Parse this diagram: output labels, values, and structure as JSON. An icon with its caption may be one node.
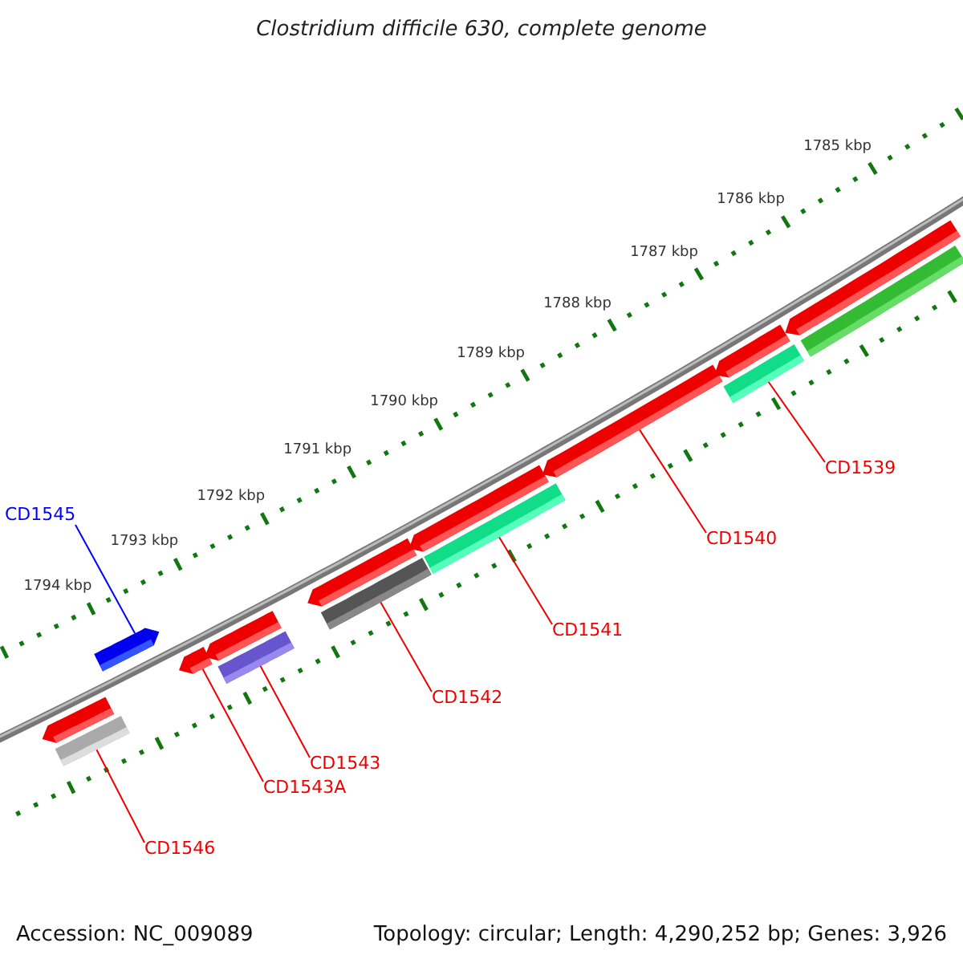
{
  "diagram": {
    "title": "Clostridium difficile 630, complete genome",
    "nodes": [
      {
        "text": [
          "CD1545"
        ]
      },
      {
        "text": [],
        "shape": "bar"
      },
      {
        "text": [],
        "shape": "bar"
      },
      {
        "text": [],
        "shape": "bar"
      },
      {
        "text": [],
        "shape": "bar"
      },
      {
        "text": [],
        "shape": "bar"
      },
      {
        "text": [],
        "shape": "bar"
      },
      {
        "text": [],
        "shape": "bar"
      },
      {
        "text": [],
        "shape": "bar"
      },
      {
        "text": [
          "CD1539"
        ]
      },
      {
        "text": [
          "CD1540"
        ]
      },
      {
        "text": [
          "CD1541"
        ]
      },
      {
        "text": [
          "CD1542"
        ]
      },
      {
        "text": [
          "CD1543"
        ]
      },
      {
        "text": [
          "CD1543A"
        ]
      },
      {
        "text": [
          "CD1546"
        ]
      },
      {
        "text": [],
        "shape": "bar"
      },
      {
        "text": [],
        "shape": "bar"
      },
      {
        "text": [],
        "shape": "bar"
      },
      {
        "text": [],
        "shape": "bar"
      },
      {
        "text": [],
        "shape": "bar"
      },
      {
        "text": [],
        "shape": "bar"
      },
      {
        "text": [],
        "shape": "bar"
      }
    ],
    "edges": [
      {
        "from": 0,
        "to": 1,
        "arrow": "none",
        "color": "#0000ff"
      },
      {
        "from": 9,
        "to": 8,
        "arrow": "none"
      },
      {
        "from": 10,
        "to": 7,
        "arrow": "none"
      },
      {
        "from": 11,
        "to": 6,
        "arrow": "none"
      },
      {
        "from": 12,
        "to": 5,
        "arrow": "none"
      },
      {
        "from": 13,
        "to": 4,
        "arrow": "none"
      },
      {
        "from": 14,
        "to": 3,
        "arrow": "none"
      },
      {
        "from": 15,
        "to": 2,
        "arrow": "none"
      }
    ],
    "labels": [
      "1785 kbp",
      "1786 kbp",
      "1787 kbp",
      "1788 kbp",
      "1789 kbp",
      "1790 kbp",
      "1791 kbp",
      "1792 kbp",
      "1793 kbp",
      "1794 kbp",
      "Accession: NC_009089",
      "Topology: circular; Length: 4,290,252 bp; Genes: 3,926"
    ]
  }
}
